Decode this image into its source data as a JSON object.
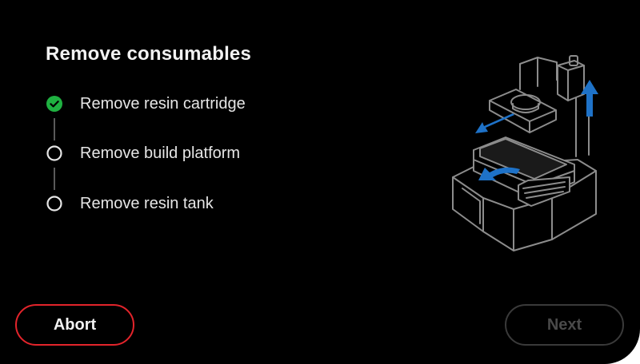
{
  "header": {
    "title": "Remove consumables"
  },
  "steps": [
    {
      "label": "Remove resin cartridge",
      "status": "done",
      "icon": "check-circle-icon"
    },
    {
      "label": "Remove build platform",
      "status": "pending",
      "icon": "empty-circle-icon"
    },
    {
      "label": "Remove resin tank",
      "status": "pending",
      "icon": "empty-circle-icon"
    }
  ],
  "buttons": {
    "abort_label": "Abort",
    "next_label": "Next",
    "next_enabled": false
  },
  "colors": {
    "background": "#000000",
    "done": "#1fb141",
    "abort_border": "#e3242b",
    "arrow_accent": "#1e72c8",
    "disabled": "#3a3a3a"
  }
}
